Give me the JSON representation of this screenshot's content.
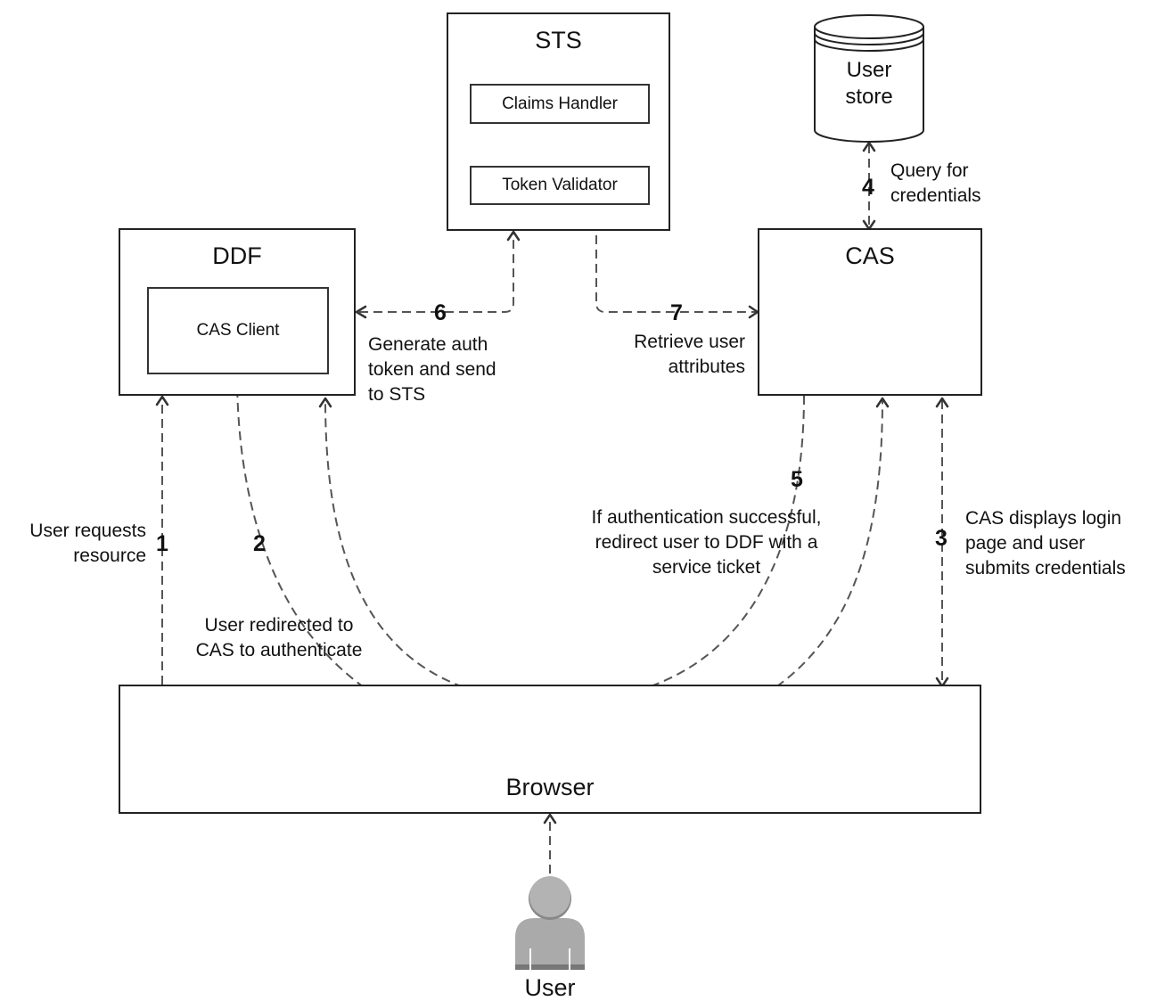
{
  "nodes": {
    "sts": {
      "title": "STS"
    },
    "claims_handler": {
      "label": "Claims Handler"
    },
    "token_validator": {
      "label": "Token Validator"
    },
    "user_store": {
      "label": "User\nstore"
    },
    "ddf": {
      "title": "DDF"
    },
    "cas_client": {
      "label": "CAS Client"
    },
    "cas": {
      "title": "CAS"
    },
    "browser": {
      "title": "Browser"
    },
    "user": {
      "label": "User"
    }
  },
  "steps": [
    {
      "num": "1",
      "label": "User requests\nresource"
    },
    {
      "num": "2",
      "label": "User redirected to\nCAS to authenticate"
    },
    {
      "num": "3",
      "label": "CAS displays login\npage and user\nsubmits credentials"
    },
    {
      "num": "4",
      "label": "Query for\ncredentials"
    },
    {
      "num": "5",
      "label": "If authentication successful,\nredirect user to DDF with a\nservice ticket"
    },
    {
      "num": "6",
      "label": "Generate auth\ntoken and send\nto STS"
    },
    {
      "num": "7",
      "label": "Retrieve user\nattributes"
    }
  ],
  "colors": {
    "stroke": "#222222",
    "dash": "#555555",
    "user_fill": "#aaaaaa"
  }
}
